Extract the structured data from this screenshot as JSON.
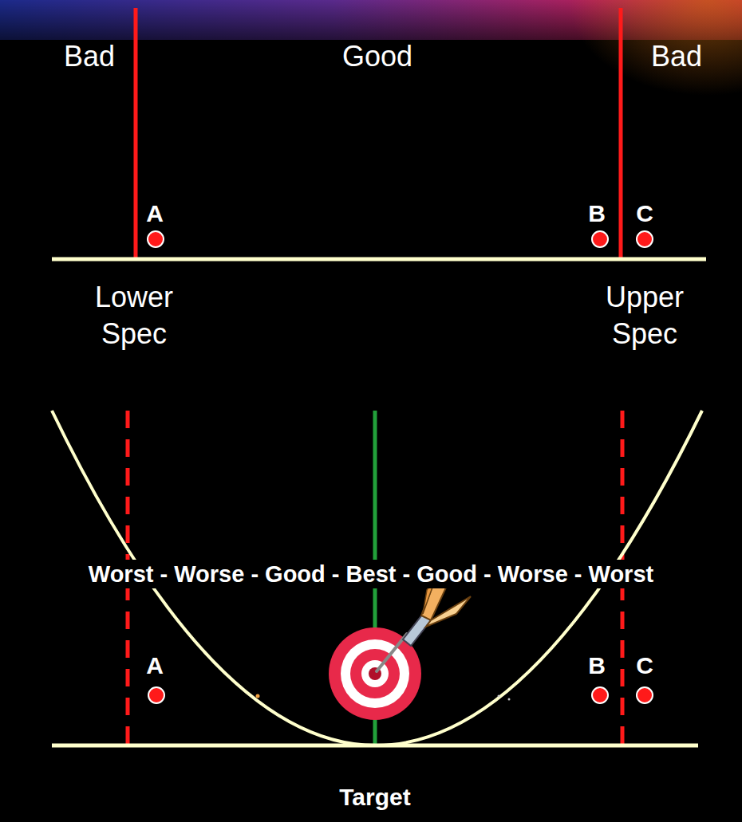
{
  "diagram": {
    "labels": [
      "Bad",
      "Good",
      "Bad",
      "A",
      "B",
      "C",
      "Lower Spec",
      "Upper Spec",
      "Worst - Worse - Good - Best - Good - Worse - Worst",
      "A",
      "B",
      "C",
      "Target"
    ]
  }
}
